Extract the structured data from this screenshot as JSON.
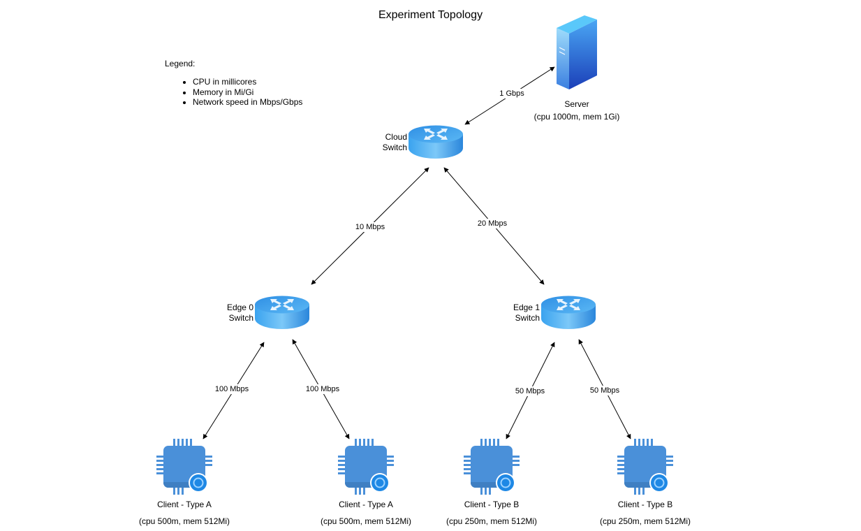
{
  "title": "Experiment Topology",
  "legend": {
    "heading": "Legend:",
    "items": [
      "CPU in millicores",
      "Memory in Mi/Gi",
      "Network speed in Mbps/Gbps"
    ]
  },
  "server": {
    "label": "Server",
    "spec": "(cpu 1000m, mem 1Gi)"
  },
  "switches": {
    "cloud": {
      "line1": "Cloud",
      "line2": "Switch"
    },
    "edge0": {
      "line1": "Edge 0",
      "line2": "Switch"
    },
    "edge1": {
      "line1": "Edge 1",
      "line2": "Switch"
    }
  },
  "links": {
    "server_cloud": "1 Gbps",
    "cloud_edge0": "10 Mbps",
    "cloud_edge1": "20 Mbps",
    "edge0_client1": "100 Mbps",
    "edge0_client2": "100 Mbps",
    "edge1_client3": "50 Mbps",
    "edge1_client4": "50 Mbps"
  },
  "clients": [
    {
      "label": "Client - Type A",
      "spec": "(cpu 500m, mem 512Mi)"
    },
    {
      "label": "Client - Type A",
      "spec": "(cpu 500m, mem 512Mi)"
    },
    {
      "label": "Client - Type B",
      "spec": "(cpu 250m, mem 512Mi)"
    },
    {
      "label": "Client - Type B",
      "spec": "(cpu 250m, mem 512Mi)"
    }
  ],
  "colors": {
    "router_top": "#6fc3f7",
    "router_side": "#2d8fe0",
    "server_front": "#1f5fd6",
    "chip": "#4a90d9",
    "badge": "#1e88e5"
  }
}
